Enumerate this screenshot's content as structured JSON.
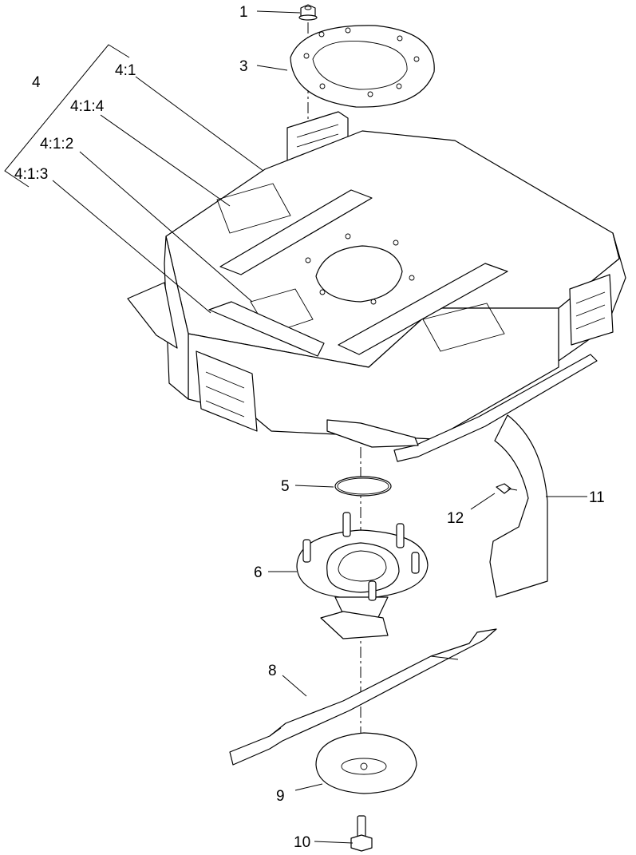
{
  "callouts": {
    "c1": "1",
    "c3": "3",
    "c4": "4",
    "c4_1": "4:1",
    "c4_1_4": "4:1:4",
    "c4_1_2": "4:1:2",
    "c4_1_3": "4:1:3",
    "c5": "5",
    "c6": "6",
    "c8": "8",
    "c9": "9",
    "c10": "10",
    "c11": "11",
    "c12": "12"
  }
}
